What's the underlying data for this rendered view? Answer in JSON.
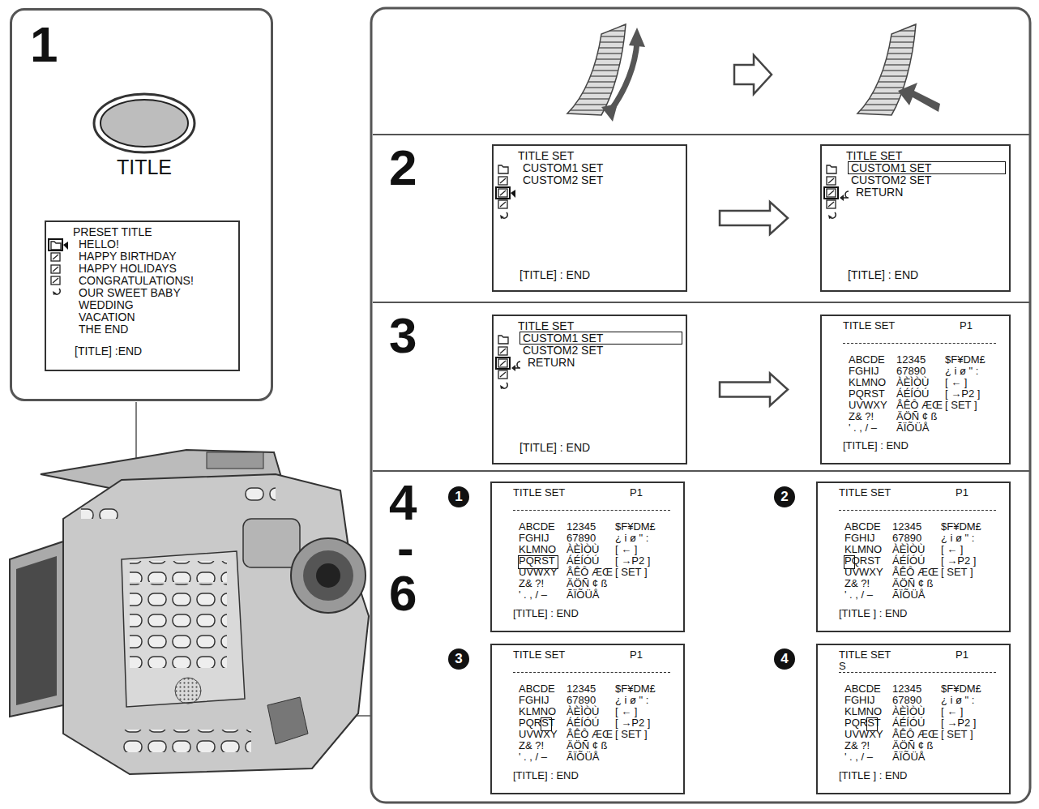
{
  "diagram": {
    "nodes": [
      {
        "text": [
          "1"
        ]
      },
      {
        "text": [
          "PRESET TITLE",
          "HELLO!",
          "HAPPY BIRTHDAY",
          "HAPPY HOLIDAYS",
          "CONGRATULATIONS!",
          "OUR SWEET BABY",
          "WEDDING",
          "VACATION",
          "THE END",
          "[TITLE] :END"
        ],
        "in": 0
      },
      {
        "text": [
          "2"
        ]
      },
      {
        "text": [
          "TITLE SET",
          "CUSTOM1 SET",
          "CUSTOM2 SET",
          "[TITLE] : END"
        ],
        "in": 2
      },
      {
        "text": [
          "TITLE SET",
          "CUSTOM1 SET",
          "CUSTOM2 SET",
          "RETURN",
          "[TITLE] : END"
        ],
        "in": 2
      },
      {
        "text": [
          "3"
        ]
      },
      {
        "text": [
          "TITLE SET",
          "CUSTOM1 SET",
          "CUSTOM2 SET",
          "RETURN",
          "[TITLE] : END"
        ],
        "in": 5
      },
      {
        "text": [
          "TITLE SET",
          "P1",
          "ABCDE",
          "12345",
          "$F¥DM£",
          "FGHIJ",
          "67890",
          "¿ i ø \" :",
          "KLMNO",
          "ÀÈÌÒÙ",
          "[ ← ]",
          "PQRST",
          "ÁÉÍÓÚ",
          "[ →P2 ]",
          "UVWXY",
          "ÂÊÔ ÆŒ",
          "[ SET ]",
          "Z& ?!",
          "ÄÖÑ ¢ ß",
          "' . , / –",
          "ÃÏÕÜÅ",
          "[TITLE] : END"
        ],
        "in": 5
      },
      {
        "text": [
          "4",
          "-",
          "6"
        ]
      },
      {
        "text": [
          "TITLE SET",
          "P1",
          "ABCDE",
          "12345",
          "$F¥DM£",
          "FGHIJ",
          "67890",
          "¿ i ø \" :",
          "KLMNO",
          "ÀÈÌÒÙ",
          "[ ← ]",
          "PQRST",
          "ÁÉÍÓÚ",
          "[ →P2 ]",
          "UVWXY",
          "ÂÊÔ ÆŒ",
          "[ SET ]",
          "Z& ?!",
          "ÄÖÑ ¢ ß",
          "' . , / –",
          "ÃÏÕÜÅ",
          "[TITLE] : END"
        ],
        "in": 8
      },
      {
        "text": [
          "TITLE SET",
          "P1",
          "ABCDE",
          "12345",
          "$F¥DM£",
          "FGHIJ",
          "67890",
          "¿ i ø \" :",
          "KLMNO",
          "ÀÈÌÒÙ",
          "[ ← ]",
          "PQRST",
          "ÁÉÍÓÚ",
          "[ →P2 ]",
          "UVWXY",
          "ÂÊÔ ÆŒ",
          "[ SET ]",
          "Z& ?!",
          "ÄÖÑ ¢ ß",
          "' . , / –",
          "ÃÏÕÜÅ",
          "[TITLE ] : END"
        ],
        "in": 8
      },
      {
        "text": [
          "TITLE SET",
          "P1",
          "ABCDE",
          "12345",
          "$F¥DM£",
          "FGHIJ",
          "67890",
          "¿ i ø \" :",
          "KLMNO",
          "ÀÈÌÒÙ",
          "[ ← ]",
          "PQRST",
          "ÁÉÍÓÚ",
          "[ →P2 ]",
          "UVWXY",
          "ÂÊÔ ÆŒ",
          "[ SET ]",
          "Z& ?!",
          "ÄÖÑ ¢ ß",
          "' . , / –",
          "ÃÏÕÜÅ",
          "[TITLE] : END"
        ],
        "in": 8
      },
      {
        "text": [
          "TITLE SET",
          "P1",
          "S",
          "ABCDE",
          "12345",
          "$F¥DM£",
          "FGHIJ",
          "67890",
          "¿ i ø \" :",
          "KLMNO",
          "ÀÈÌÒÙ",
          "[ ← ]",
          "PQRST",
          "ÁÉÍÓÚ",
          "[ →P2 ]",
          "UVWXY",
          "ÂÊÔ ÆŒ",
          "[ SET ]",
          "Z& ?!",
          "ÄÖÑ ¢ ß",
          "' . , / –",
          "ÃÏÕÜÅ",
          "[TITLE ] : END"
        ],
        "in": 8
      }
    ],
    "edges": [
      {
        "from": 3,
        "to": 4,
        "arrow": "to"
      },
      {
        "from": 6,
        "to": 7,
        "arrow": "to"
      }
    ],
    "labels": [
      "TITLE",
      "1",
      "2",
      "3",
      "4"
    ]
  }
}
